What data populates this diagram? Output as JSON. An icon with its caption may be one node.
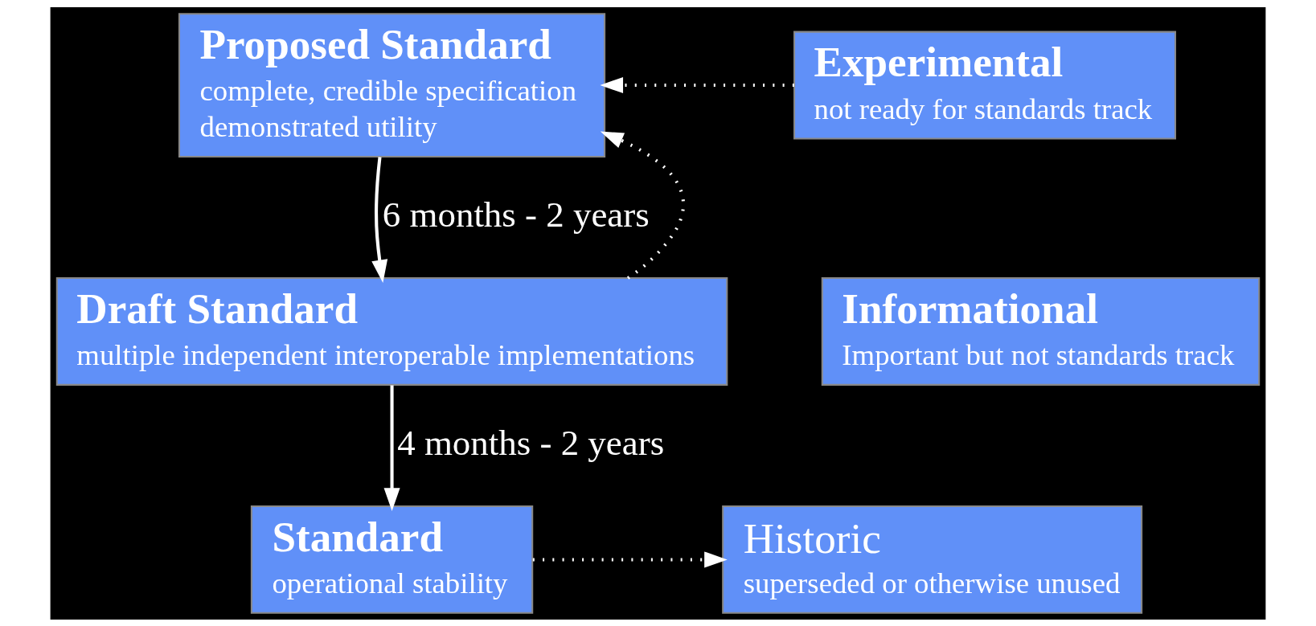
{
  "diagram": {
    "nodes": [
      {
        "text": [
          "Proposed Standard",
          "complete, credible specification",
          "demonstrated utility"
        ]
      },
      {
        "text": [
          "Experimental",
          "not ready for standards track"
        ]
      },
      {
        "text": [
          "Draft Standard",
          "multiple independent interoperable implementations"
        ]
      },
      {
        "text": [
          "Informational",
          "Important but not standards track"
        ]
      },
      {
        "text": [
          "Standard",
          "operational stability"
        ]
      },
      {
        "text": [
          "Historic",
          "superseded or otherwise unused"
        ]
      }
    ],
    "edges": [
      {
        "from": 0,
        "to": 2,
        "arrow": "to",
        "label": "6 months - 2 years"
      },
      {
        "from": 2,
        "to": 4,
        "arrow": "to",
        "label": "4 months - 2 years"
      },
      {
        "from": 2,
        "to": 0,
        "arrow": "to",
        "style": "dashed"
      },
      {
        "from": 1,
        "to": 0,
        "arrow": "to",
        "style": "dashed"
      },
      {
        "from": 4,
        "to": 5,
        "arrow": "to",
        "style": "dashed"
      }
    ]
  }
}
